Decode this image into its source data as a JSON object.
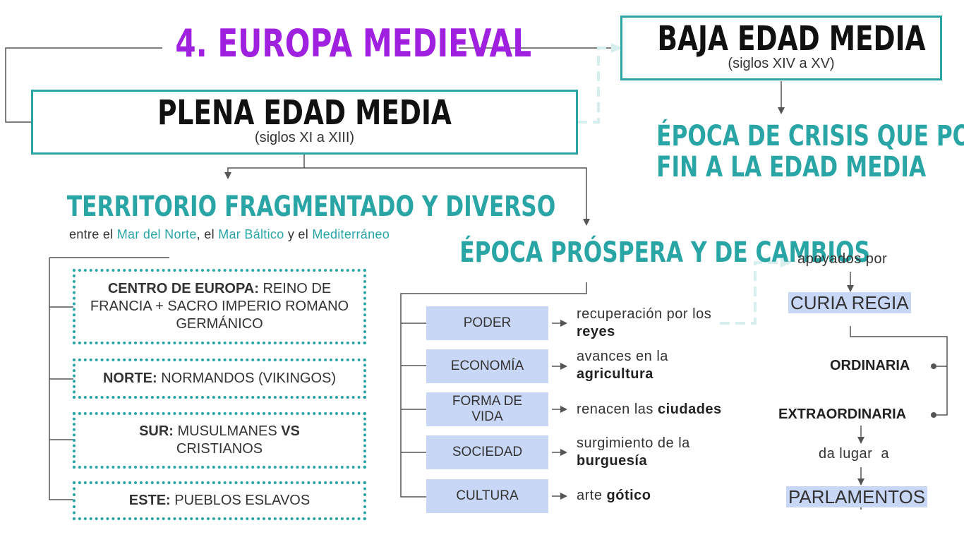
{
  "colors": {
    "teal": "#2aa5a6",
    "purple": "#a020e0",
    "highlight": "#c9d7f6",
    "line": "#555555"
  },
  "title": "4. EUROPA MEDIEVAL",
  "baja": {
    "title": "BAJA EDAD MEDIA",
    "subtitle": "(siglos XIV a XV)",
    "crisis_line1": "ÉPOCA DE CRISIS QUE PONE",
    "crisis_line2": "FIN A LA EDAD MEDIA"
  },
  "plena": {
    "title": "PLENA EDAD MEDIA",
    "subtitle": "(siglos XI a XIII)"
  },
  "territorio": {
    "title": "TERRITORIO FRAGMENTADO Y DIVERSO",
    "sub": {
      "p1": "entre el ",
      "s1": "Mar del Norte",
      "p2": ", el ",
      "s2": "Mar Báltico",
      "p3": " y el ",
      "s3": "Mediterráneo"
    },
    "regions": [
      {
        "label": "CENTRO DE EUROPA:",
        "text": " REINO DE FRANCIA + SACRO IMPERIO ROMANO GERMÁNICO"
      },
      {
        "label": "NORTE:",
        "text": " NORMANDOS (VIKINGOS)"
      },
      {
        "label": "SUR:",
        "text": " MUSULMANES ",
        "label2": "VS",
        "text2": " CRISTIANOS"
      },
      {
        "label": "ESTE:",
        "text": " PUEBLOS ESLAVOS"
      }
    ]
  },
  "prospera": {
    "title": "ÉPOCA PRÓSPERA Y DE CAMBIOS",
    "rows": [
      {
        "label": "PODER",
        "desc": "recuperación por los ",
        "bold": "reyes"
      },
      {
        "label": "ECONOMÍA",
        "desc": "avances en la ",
        "bold": "agricultura"
      },
      {
        "label": "FORMA DE VIDA",
        "desc": "renacen las ",
        "bold": "ciudades"
      },
      {
        "label": "SOCIEDAD",
        "desc": "surgimiento de la ",
        "bold": "burguesía"
      },
      {
        "label": "CULTURA",
        "desc": "arte ",
        "bold": "gótico"
      }
    ]
  },
  "curia": {
    "apoyados": "apoyados por",
    "title": "CURIA REGIA",
    "ordinaria": "ORDINARIA",
    "extraordinaria": "EXTRAORDINARIA",
    "da_lugar": "da lugar  a",
    "parlamentos": "PARLAMENTOS"
  }
}
